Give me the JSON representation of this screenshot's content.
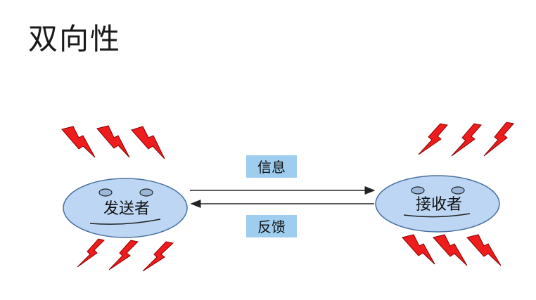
{
  "title": "双向性",
  "sender": {
    "label": "发送者"
  },
  "receiver": {
    "label": "接收者"
  },
  "message": {
    "label": "信息"
  },
  "feedback": {
    "label": "反馈"
  },
  "icons": {
    "noise": "lightning-bolt-icon",
    "face": "face-icon"
  },
  "colors": {
    "ellipse_fill": "#bcd6f3",
    "ellipse_stroke": "#4a6fa0",
    "label_box_fill": "#9fcdef",
    "lightning_fill": "#ee1c1c",
    "lightning_stroke": "#8a0000",
    "arrow": "#222222"
  }
}
